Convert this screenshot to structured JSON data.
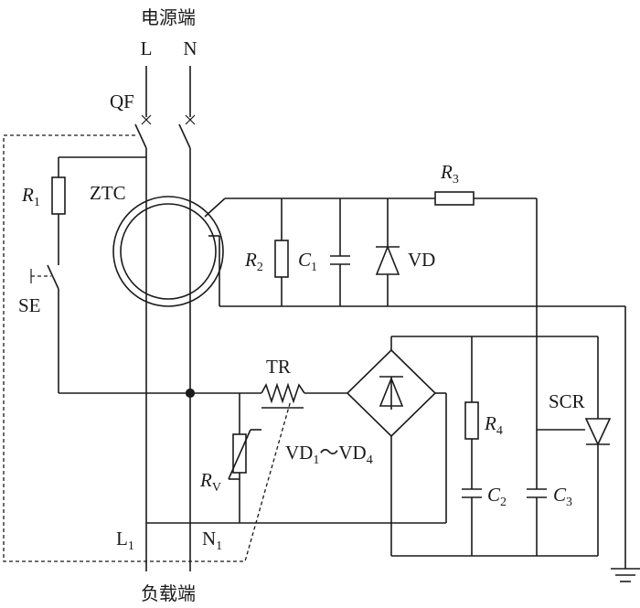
{
  "labels": {
    "source_end": "电源端",
    "load_end": "负载端",
    "l": "L",
    "n": "N",
    "qf": "QF",
    "ztc": "ZTC",
    "se": "SE",
    "r1": "R",
    "r1_sub": "1",
    "r2": "R",
    "r2_sub": "2",
    "r3": "R",
    "r3_sub": "3",
    "r4": "R",
    "r4_sub": "4",
    "rv": "R",
    "rv_sub": "V",
    "c1": "C",
    "c1_sub": "1",
    "c2": "C",
    "c2_sub": "2",
    "c3": "C",
    "c3_sub": "3",
    "vd": "VD",
    "tr": "TR",
    "vd_range_a": "VD",
    "vd_range_a_sub": "1",
    "vd_range_sep": "～",
    "vd_range_b": "VD",
    "vd_range_b_sub": "4",
    "scr": "SCR",
    "l1": "L",
    "l1_sub": "1",
    "n1": "N",
    "n1_sub": "1"
  }
}
